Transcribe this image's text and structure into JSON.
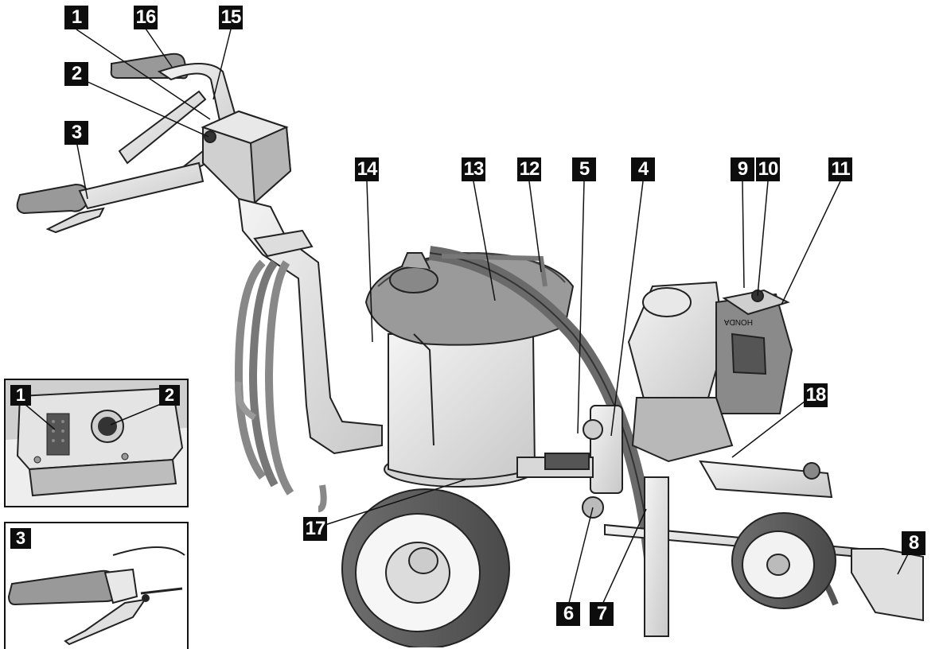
{
  "labels": {
    "l1": "1",
    "l2": "2",
    "l3": "3",
    "l4": "4",
    "l5": "5",
    "l6": "6",
    "l7": "7",
    "l8": "8",
    "l9": "9",
    "l10": "10",
    "l11": "11",
    "l12": "12",
    "l13": "13",
    "l14": "14",
    "l15": "15",
    "l16": "16",
    "l17": "17",
    "l18": "18"
  },
  "insets": {
    "control_box": {
      "label_left": "1",
      "label_right": "2"
    },
    "trigger": {
      "label": "3"
    }
  },
  "engine_brand": "HONDA"
}
